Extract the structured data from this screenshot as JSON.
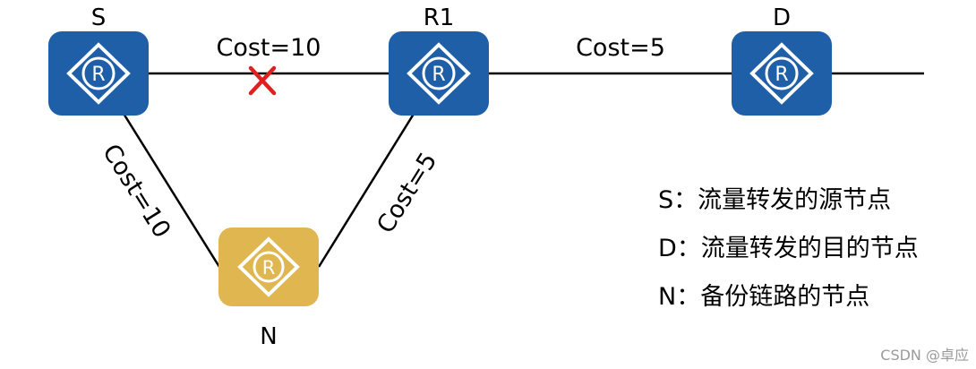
{
  "nodes": {
    "s": {
      "label": "S",
      "fill": "#1f5fa8"
    },
    "r1": {
      "label": "R1",
      "fill": "#1f5fa8"
    },
    "d": {
      "label": "D",
      "fill": "#1f5fa8"
    },
    "n": {
      "label": "N",
      "fill": "#dfb64f"
    }
  },
  "router_glyph": "R",
  "links": {
    "s_r1": {
      "label": "Cost=10",
      "failed": true
    },
    "r1_d": {
      "label": "Cost=5"
    },
    "s_n": {
      "label": "Cost=10"
    },
    "n_r1": {
      "label": "Cost=5"
    }
  },
  "failure_mark": {
    "icon": "cross-icon",
    "color": "#e02020"
  },
  "legend": [
    {
      "text": "S：流量转发的源节点"
    },
    {
      "text": "D：流量转发的目的节点"
    },
    {
      "text": "N：备份链路的节点"
    }
  ],
  "watermark": "CSDN @卓应"
}
